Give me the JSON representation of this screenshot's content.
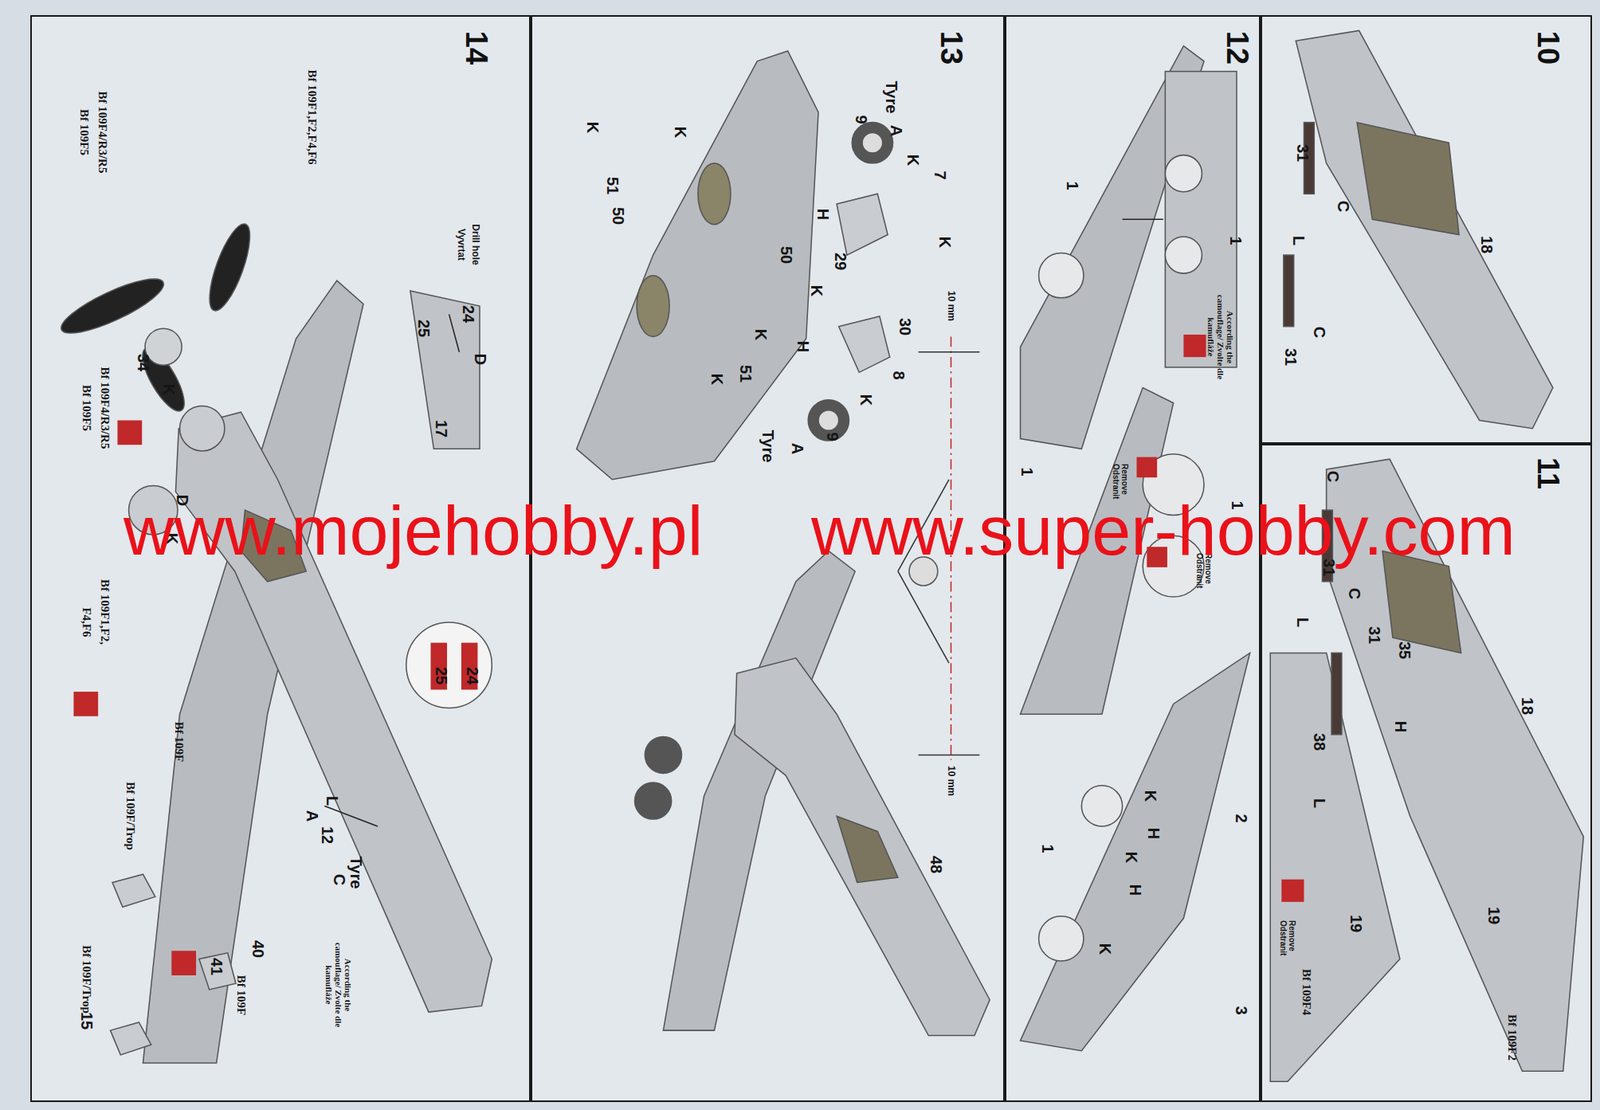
{
  "diagram": {
    "nodes": [
      {
        "text": [
          "14"
        ]
      },
      {
        "text": [
          "13"
        ]
      },
      {
        "text": [
          "12"
        ]
      },
      {
        "text": [
          "10"
        ]
      },
      {
        "text": [
          "11"
        ]
      }
    ],
    "labels": [
      "Bf 109F1,F2,F4,F6",
      "Bf 109F4/R3/R5",
      "Bf 109F5",
      "Drill hole",
      "Vyvrtat",
      "24",
      "25",
      "D",
      "17",
      "34",
      "K",
      "Bf 109F4/R3/R5",
      "Bf 109F5",
      "D",
      "K",
      "Bf 109F1,F2,",
      "F4,F6",
      "24",
      "25",
      "Bf 109F",
      "Bf 109F/Trop",
      "L",
      "A",
      "12",
      "C",
      "Tyre",
      "40",
      "41",
      "Bf 109F",
      "Bf 109F/Trop",
      "15",
      "According the camouflage/ Zvolte dle kamufláže",
      "Tyre",
      "9",
      "A",
      "K",
      "7",
      "K",
      "H",
      "29",
      "10 mm",
      "30",
      "K",
      "H",
      "8",
      "K",
      "9",
      "A",
      "Tyre",
      "K",
      "K",
      "51",
      "50",
      "50",
      "K",
      "51",
      "K",
      "10 mm",
      "48",
      "1",
      "1",
      "According the camouflage/ Zvolte dle kamufláže",
      "Remove Odstranit",
      "Remove Odstranit",
      "1",
      "1",
      "K",
      "H",
      "K",
      "H",
      "K",
      "1",
      "2",
      "3",
      "31",
      "C",
      "L",
      "C",
      "31",
      "18",
      "C",
      "31",
      "C",
      "L",
      "31",
      "35",
      "H",
      "38",
      "L",
      "18",
      "19",
      "19",
      "Remove Odstranit",
      "Bf 109F4",
      "Bf 109F2",
      "www.mojehobby.pl",
      "www.super-hobby.com"
    ]
  }
}
